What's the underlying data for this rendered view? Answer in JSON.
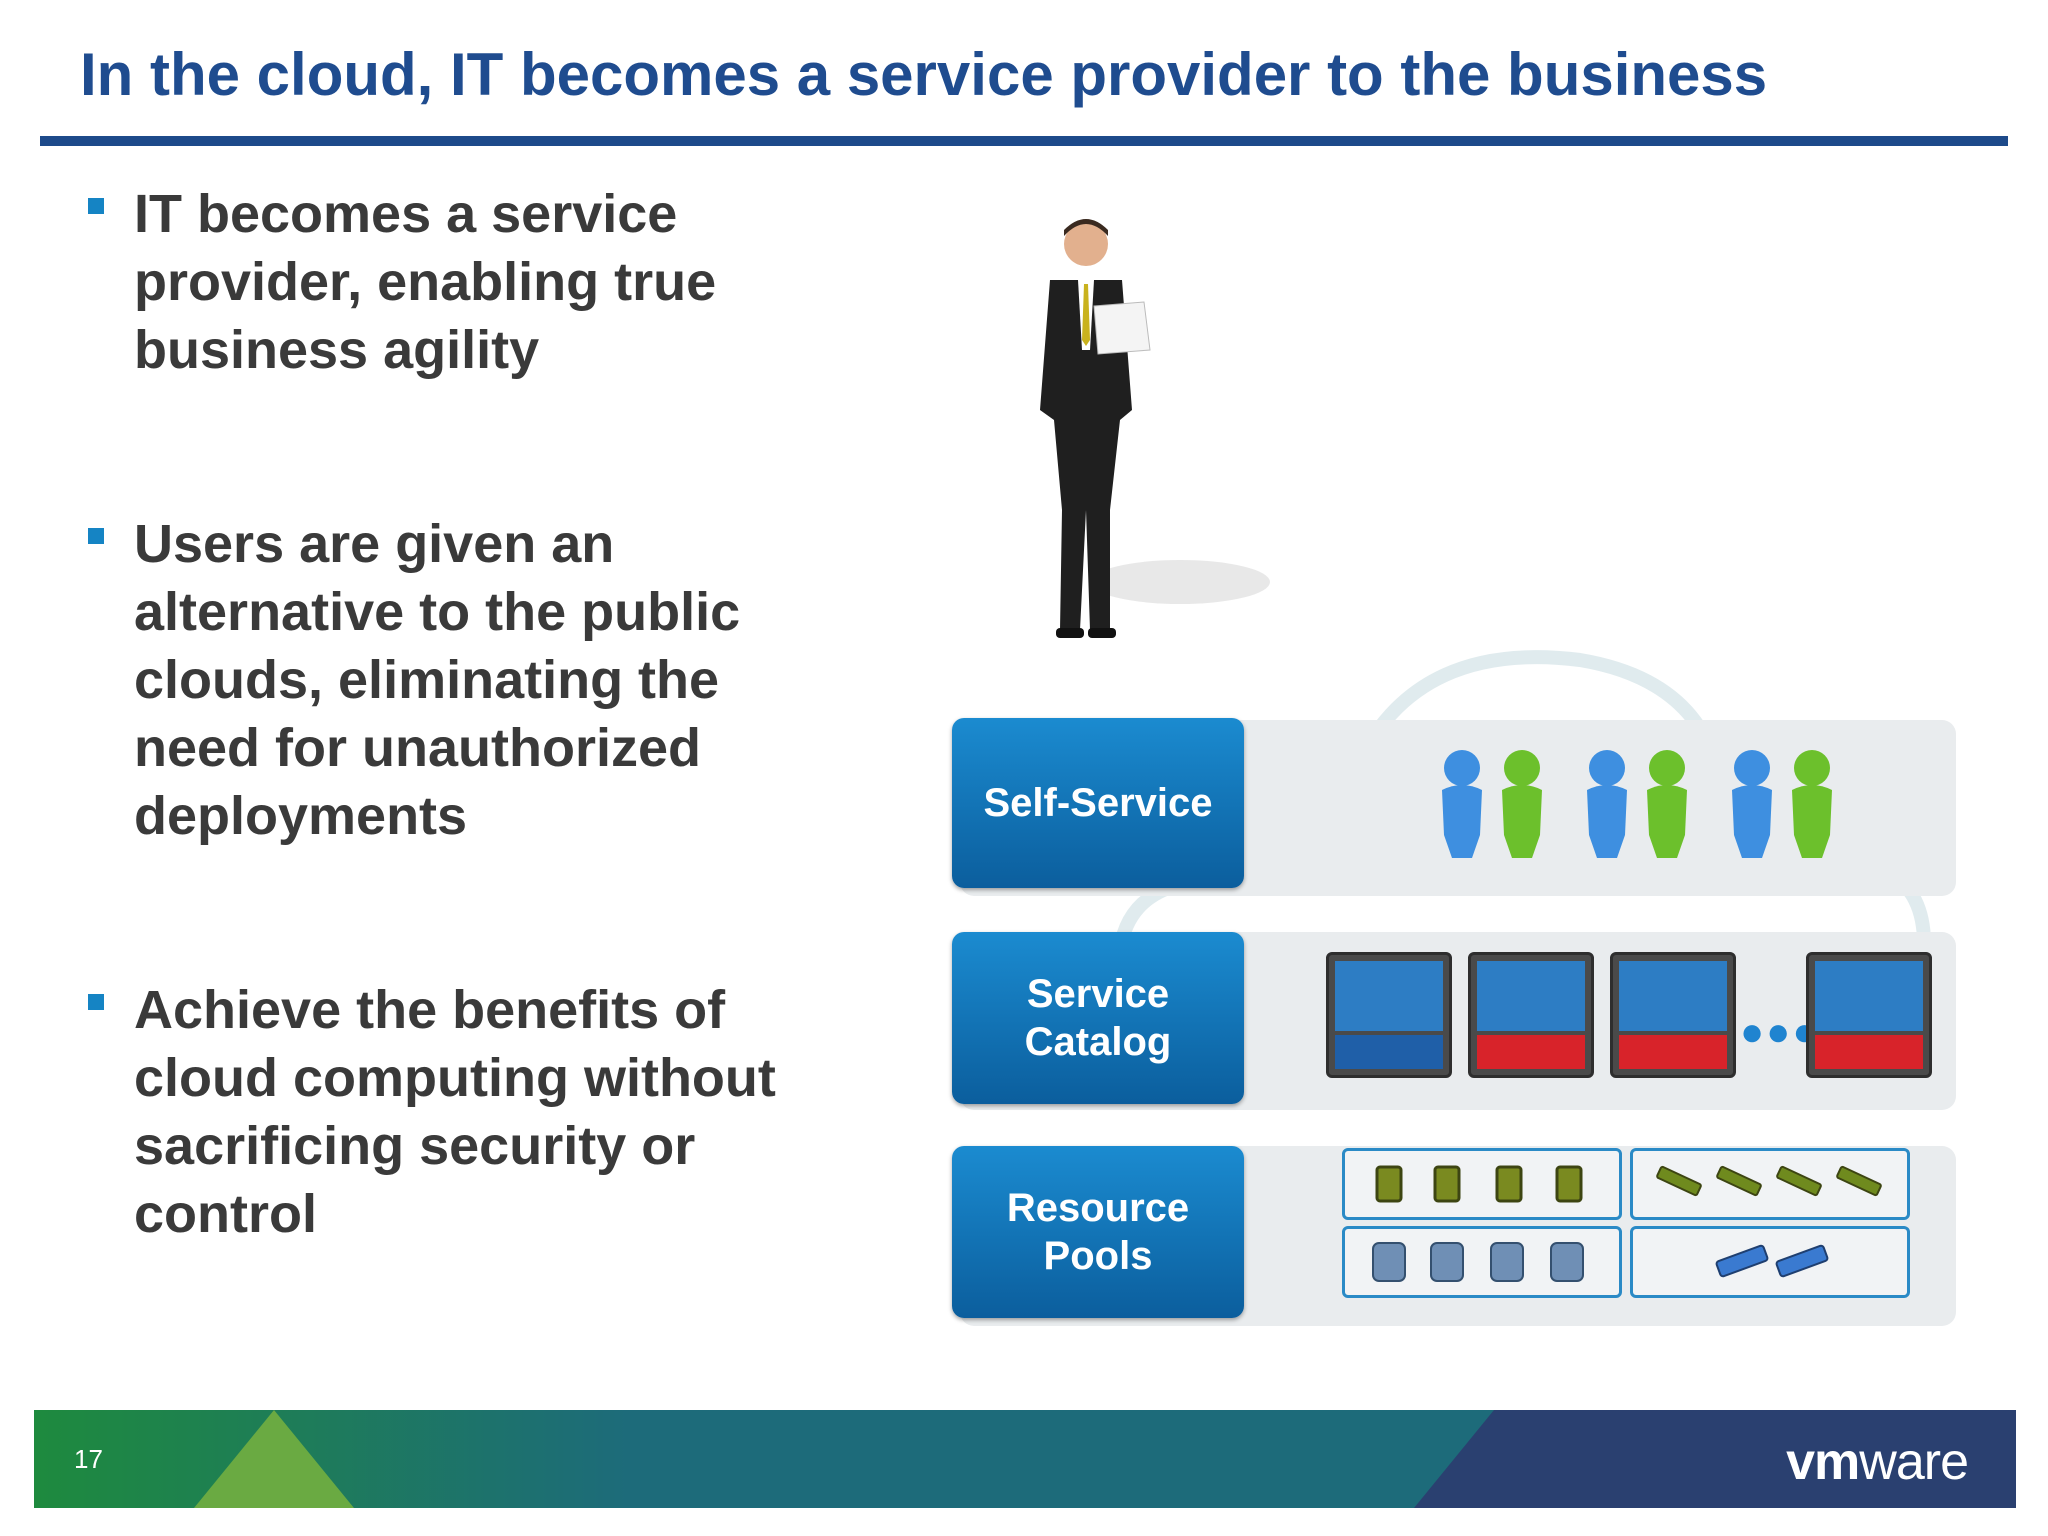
{
  "title": "In the cloud, IT becomes a service provider to the business",
  "bullets": [
    {
      "lines": [
        "IT becomes a service",
        "provider, enabling true",
        "business agility"
      ]
    },
    {
      "lines": [
        "Users are given an",
        "alternative to the public",
        "clouds, eliminating the",
        "need for unauthorized",
        "deployments"
      ]
    },
    {
      "lines": [
        "Achieve the benefits of",
        "cloud computing without",
        "sacrificing security or",
        "control"
      ]
    }
  ],
  "layers": {
    "self_service": {
      "lines": [
        "Self-Service"
      ]
    },
    "service_catalog": {
      "lines": [
        "Service",
        "Catalog"
      ]
    },
    "resource_pools": {
      "lines": [
        "Resource",
        "Pools"
      ]
    }
  },
  "footer": {
    "page_number": "17",
    "logo_bold": "vm",
    "logo_light": "ware"
  },
  "colors": {
    "title": "#1f4c8f",
    "accent_blue": "#1584c4",
    "user_blue": "#3e8fe0",
    "user_green": "#6cc02c",
    "footer_green": "#1e8a3e",
    "footer_teal": "#1d6b7a",
    "footer_navy": "#243c6e"
  }
}
